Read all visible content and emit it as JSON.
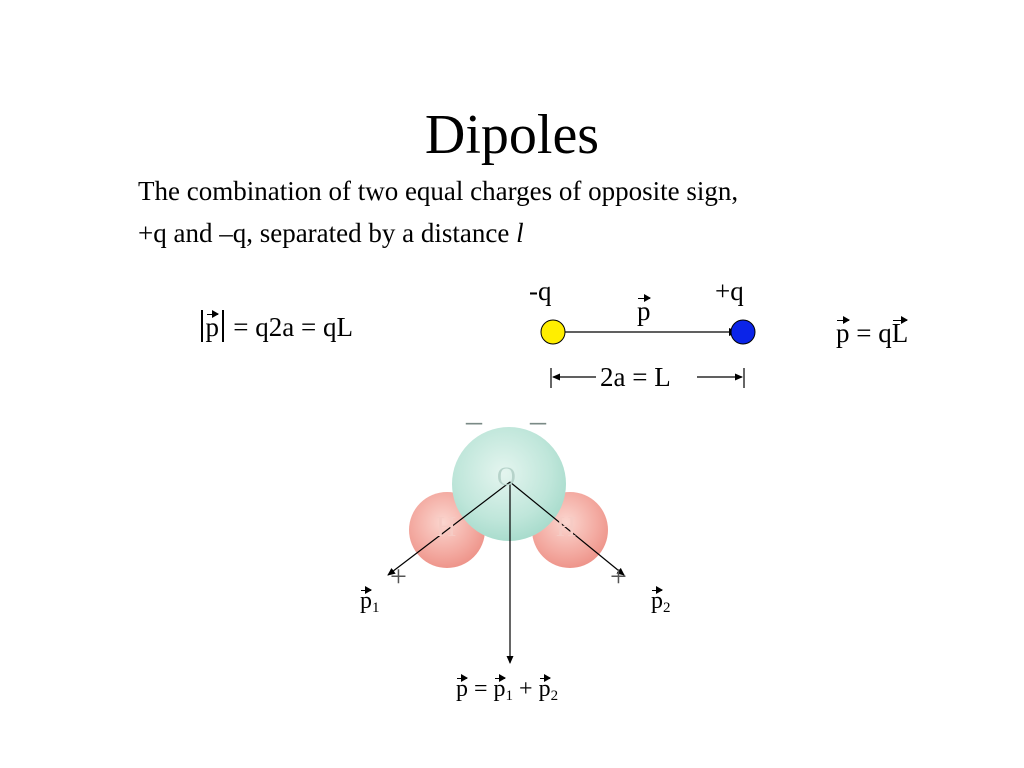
{
  "slide": {
    "title": "Dipoles",
    "body_line1": "The combination of two equal charges of opposite sign,",
    "body_line2_start": "+q and –q, separated by a distance ",
    "body_line2_var": "l"
  },
  "magnitude_eq": {
    "p": "p",
    "rhs": " = q2a = qL"
  },
  "vector_eq": {
    "p": "p",
    "mid": " = q",
    "L": "L"
  },
  "dipole_diagram": {
    "neg_label": "-q",
    "pos_label": "+q",
    "p_label": "p",
    "separation_label": "2a = L",
    "neg_color": "#ffee00",
    "pos_color": "#0b24e8"
  },
  "water_molecule": {
    "oxygen_label": "O",
    "hydrogen_label_left": "H",
    "hydrogen_label_right": "H",
    "charge_neg_1": "–",
    "charge_neg_2": "–",
    "charge_pos_left": "+",
    "charge_pos_right": "+",
    "p1_label": "p",
    "p1_sub": "1",
    "p2_label": "p",
    "p2_sub": "2",
    "sum_p": "p",
    "sum_eq": " = ",
    "sum_p1": "p",
    "sum_p1_sub": "1",
    "sum_plus": " + ",
    "sum_p2": "p",
    "sum_p2_sub": "2",
    "oxygen_color": "#bfe6da",
    "hydrogen_color": "#f3a9a0"
  }
}
